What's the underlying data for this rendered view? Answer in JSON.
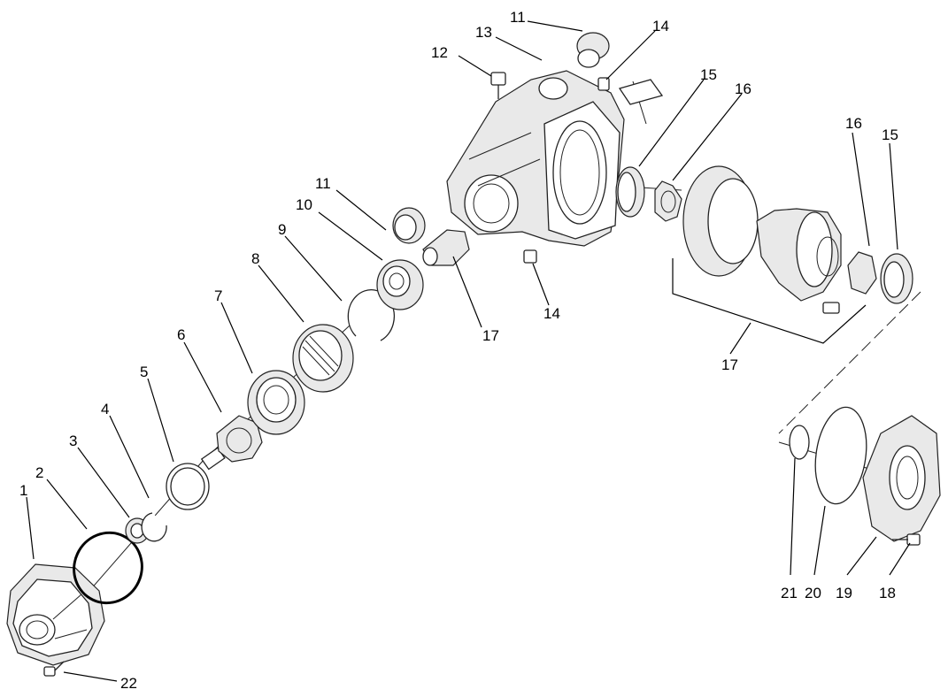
{
  "labels": {
    "l1": "1",
    "l2": "2",
    "l3": "3",
    "l4": "4",
    "l5": "5",
    "l6": "6",
    "l7": "7",
    "l8": "8",
    "l9": "9",
    "l10": "10",
    "l11a": "11",
    "l11b": "11",
    "l12": "12",
    "l13": "13",
    "l14a": "14",
    "l14b": "14",
    "l15a": "15",
    "l15b": "15",
    "l16a": "16",
    "l16b": "16",
    "l17a": "17",
    "l17b": "17",
    "l18": "18",
    "l19": "19",
    "l20": "20",
    "l21": "21",
    "l22": "22"
  }
}
